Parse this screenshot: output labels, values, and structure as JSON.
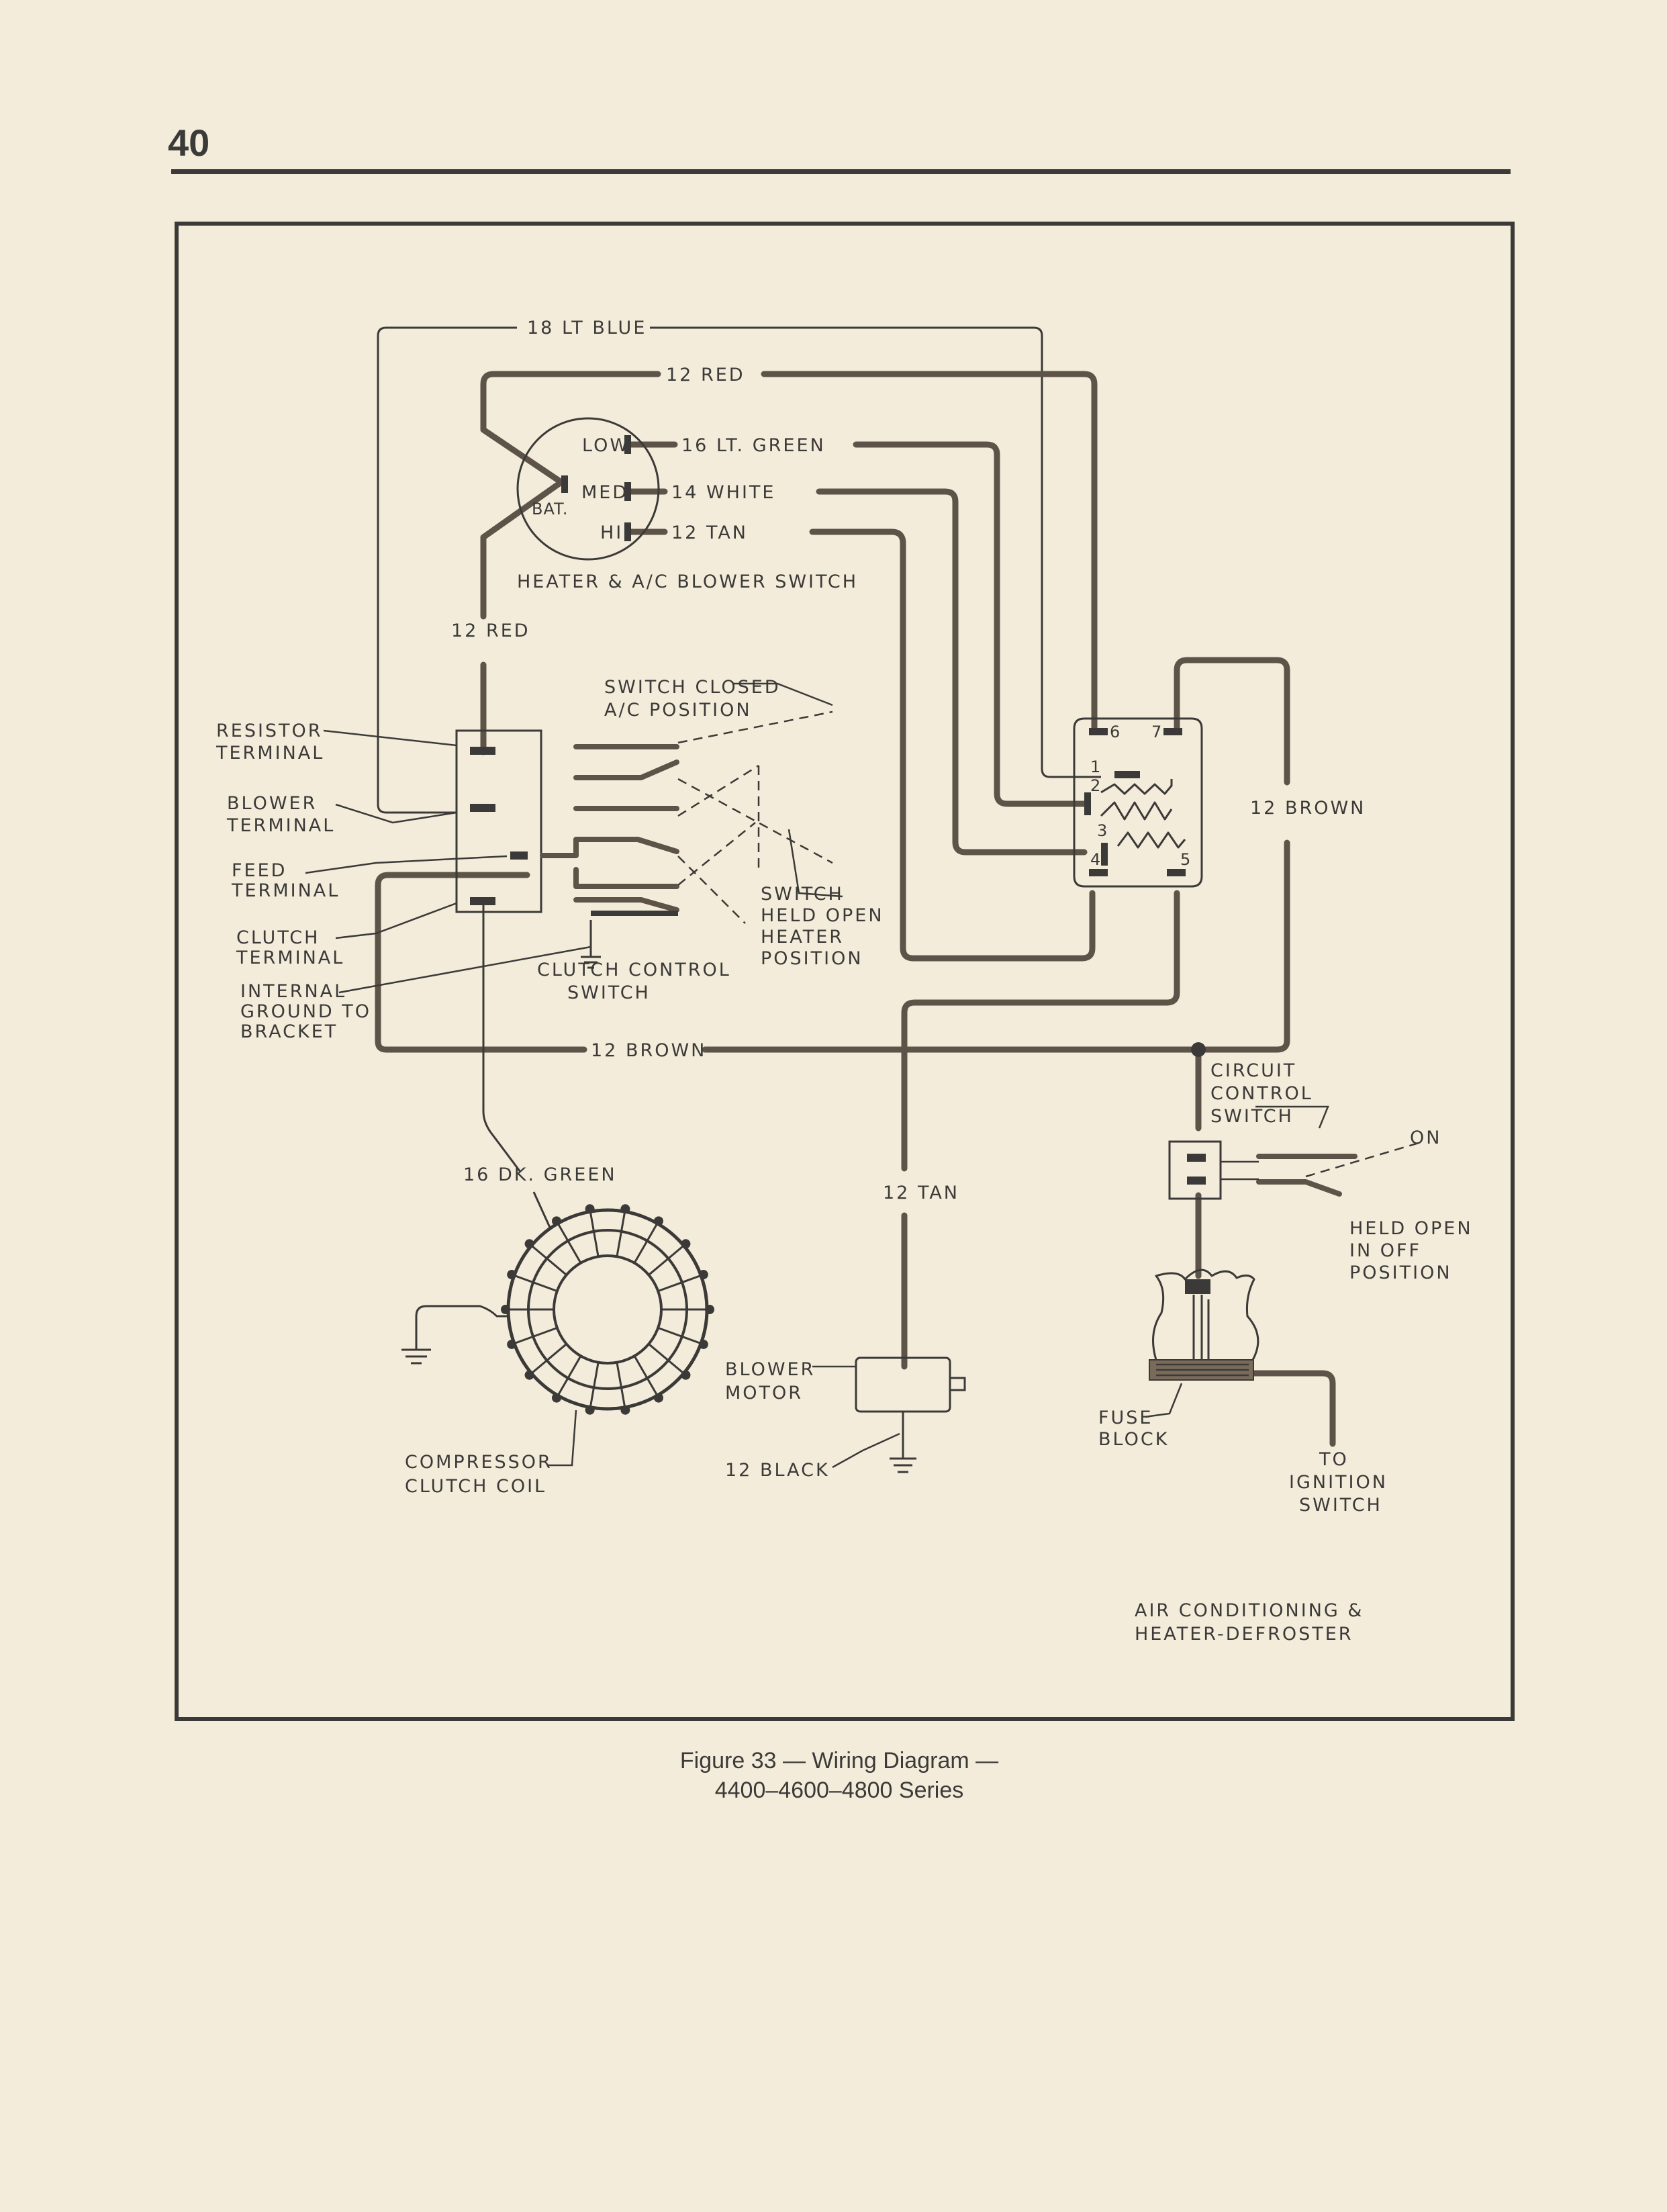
{
  "page_number": "40",
  "caption": {
    "line1": "Figure 33 — Wiring Diagram —",
    "line2": "4400–4600–4800 Series"
  },
  "wires": {
    "lt_blue": "18 LT BLUE",
    "red_top": "12 RED",
    "red_left": "12 RED",
    "lt_green": "16 LT. GREEN",
    "white": "14 WHITE",
    "tan_top": "12 TAN",
    "brown_right": "12 BROWN",
    "brown_bottom": "12 BROWN",
    "dk_green": "16 DK. GREEN",
    "tan_vertical": "12 TAN",
    "black": "12 BLACK"
  },
  "blower_switch": {
    "low": "LOW",
    "med": "MED",
    "hi": "HI",
    "bat": "BAT.",
    "label": "HEATER & A/C BLOWER SWITCH"
  },
  "clutch_switch_labels": {
    "resistor": [
      "RESISTOR",
      "TERMINAL"
    ],
    "blower": [
      "BLOWER",
      "TERMINAL"
    ],
    "feed": [
      "FEED",
      "TERMINAL"
    ],
    "clutch": [
      "CLUTCH",
      "TERMINAL"
    ],
    "ground": [
      "INTERNAL",
      "GROUND TO",
      "BRACKET"
    ],
    "switch_closed": [
      "SWITCH CLOSED",
      "A/C POSITION"
    ],
    "switch_held_open": [
      "SWITCH",
      "HELD OPEN",
      "HEATER",
      "POSITION"
    ],
    "clutch_control": [
      "CLUTCH CONTROL",
      "SWITCH"
    ]
  },
  "resistor_terminals": [
    "6",
    "7",
    "1",
    "2",
    "3",
    "4",
    "5"
  ],
  "circuit_control": {
    "label": [
      "CIRCUIT",
      "CONTROL",
      "SWITCH"
    ],
    "on": "ON",
    "held_open": [
      "HELD OPEN",
      "IN OFF",
      "POSITION"
    ]
  },
  "components": {
    "compressor": [
      "COMPRESSOR",
      "CLUTCH COIL"
    ],
    "blower_motor": [
      "BLOWER",
      "MOTOR"
    ],
    "fuse_block": [
      "FUSE",
      "BLOCK"
    ],
    "ignition": [
      "TO",
      "IGNITION",
      "SWITCH"
    ]
  },
  "system_title": [
    "AIR CONDITIONING &",
    "HEATER-DEFROSTER"
  ]
}
